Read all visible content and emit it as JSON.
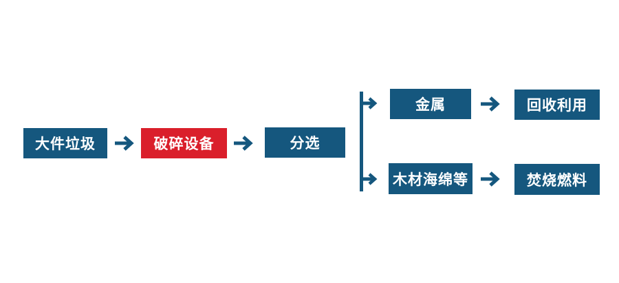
{
  "diagram": {
    "type": "flowchart",
    "colors": {
      "box_blue": "#15577e",
      "box_red": "#da1f2b",
      "arrow_blue": "#15577e",
      "label_text": "#ffffff",
      "background": "#ffffff"
    },
    "nodes": [
      {
        "id": "bulky-waste",
        "label": "大件垃圾",
        "variant": "blue"
      },
      {
        "id": "crushing-equipment",
        "label": "破碎设备",
        "variant": "red"
      },
      {
        "id": "sorting",
        "label": "分选",
        "variant": "blue"
      },
      {
        "id": "metal",
        "label": "金属",
        "variant": "blue"
      },
      {
        "id": "recycling",
        "label": "回收利用",
        "variant": "blue"
      },
      {
        "id": "wood-sponge-etc",
        "label": "木材海绵等",
        "variant": "blue"
      },
      {
        "id": "incineration-fuel",
        "label": "焚烧燃料",
        "variant": "blue"
      }
    ],
    "edges": [
      {
        "from": "bulky-waste",
        "to": "crushing-equipment"
      },
      {
        "from": "crushing-equipment",
        "to": "sorting"
      },
      {
        "from": "sorting",
        "to": "metal"
      },
      {
        "from": "sorting",
        "to": "wood-sponge-etc"
      },
      {
        "from": "metal",
        "to": "recycling"
      },
      {
        "from": "wood-sponge-etc",
        "to": "incineration-fuel"
      }
    ]
  }
}
